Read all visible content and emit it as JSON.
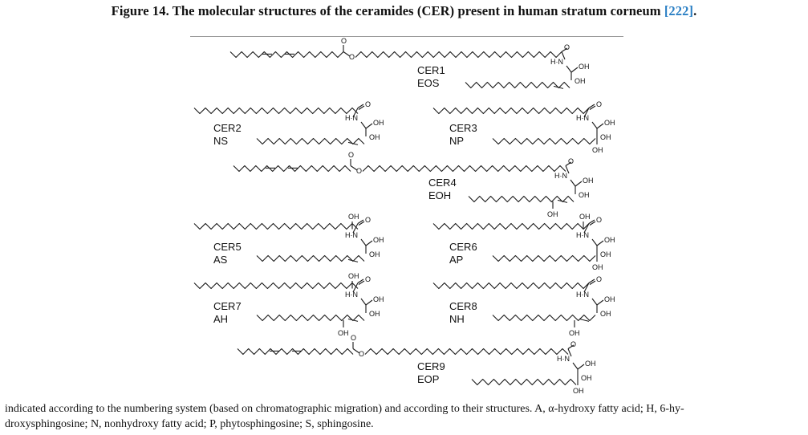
{
  "caption": {
    "title_main": "Figure 14. The molecular structures of the ceramides (CER) present in human stratum corneum ",
    "title_ref": "[222]",
    "title_end": ".",
    "body_line1": "indicated according to the numbering system (based on chromatographic migration) and according to their structures. A, α-hydroxy fatty acid; H, 6-hy-",
    "body_line2": "droxysphingosine; N, nonhydroxy fatty acid; P, phytosphingosine; S, sphingosine."
  },
  "atoms": {
    "hn": "H·N",
    "oh": "OH",
    "o": "O"
  },
  "ceramides": [
    {
      "name": "CER1",
      "code": "EOS"
    },
    {
      "name": "CER2",
      "code": "NS"
    },
    {
      "name": "CER3",
      "code": "NP"
    },
    {
      "name": "CER4",
      "code": "EOH"
    },
    {
      "name": "CER5",
      "code": "AS"
    },
    {
      "name": "CER6",
      "code": "AP"
    },
    {
      "name": "CER7",
      "code": "AH"
    },
    {
      "name": "CER8",
      "code": "NH"
    },
    {
      "name": "CER9",
      "code": "EOP"
    }
  ]
}
